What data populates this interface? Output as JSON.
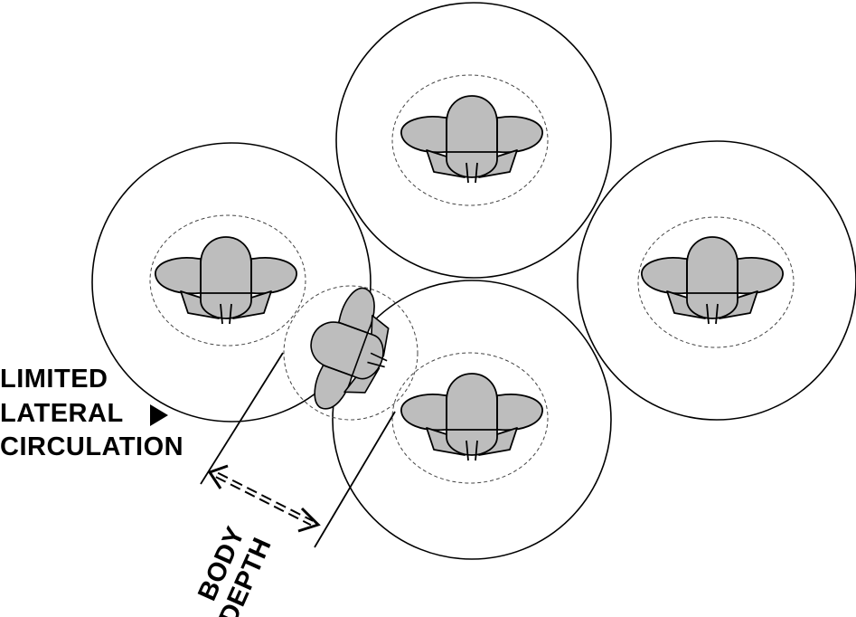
{
  "labels": {
    "circulation_line1": "LIMITED",
    "circulation_line2": "LATERAL",
    "circulation_line3": "CIRCULATION",
    "depth_line1": "BODY",
    "depth_line2": "DEPTH"
  },
  "colors": {
    "stroke": "#000000",
    "body_fill": "#bdbdbd",
    "dashed_zone": "#444444"
  }
}
